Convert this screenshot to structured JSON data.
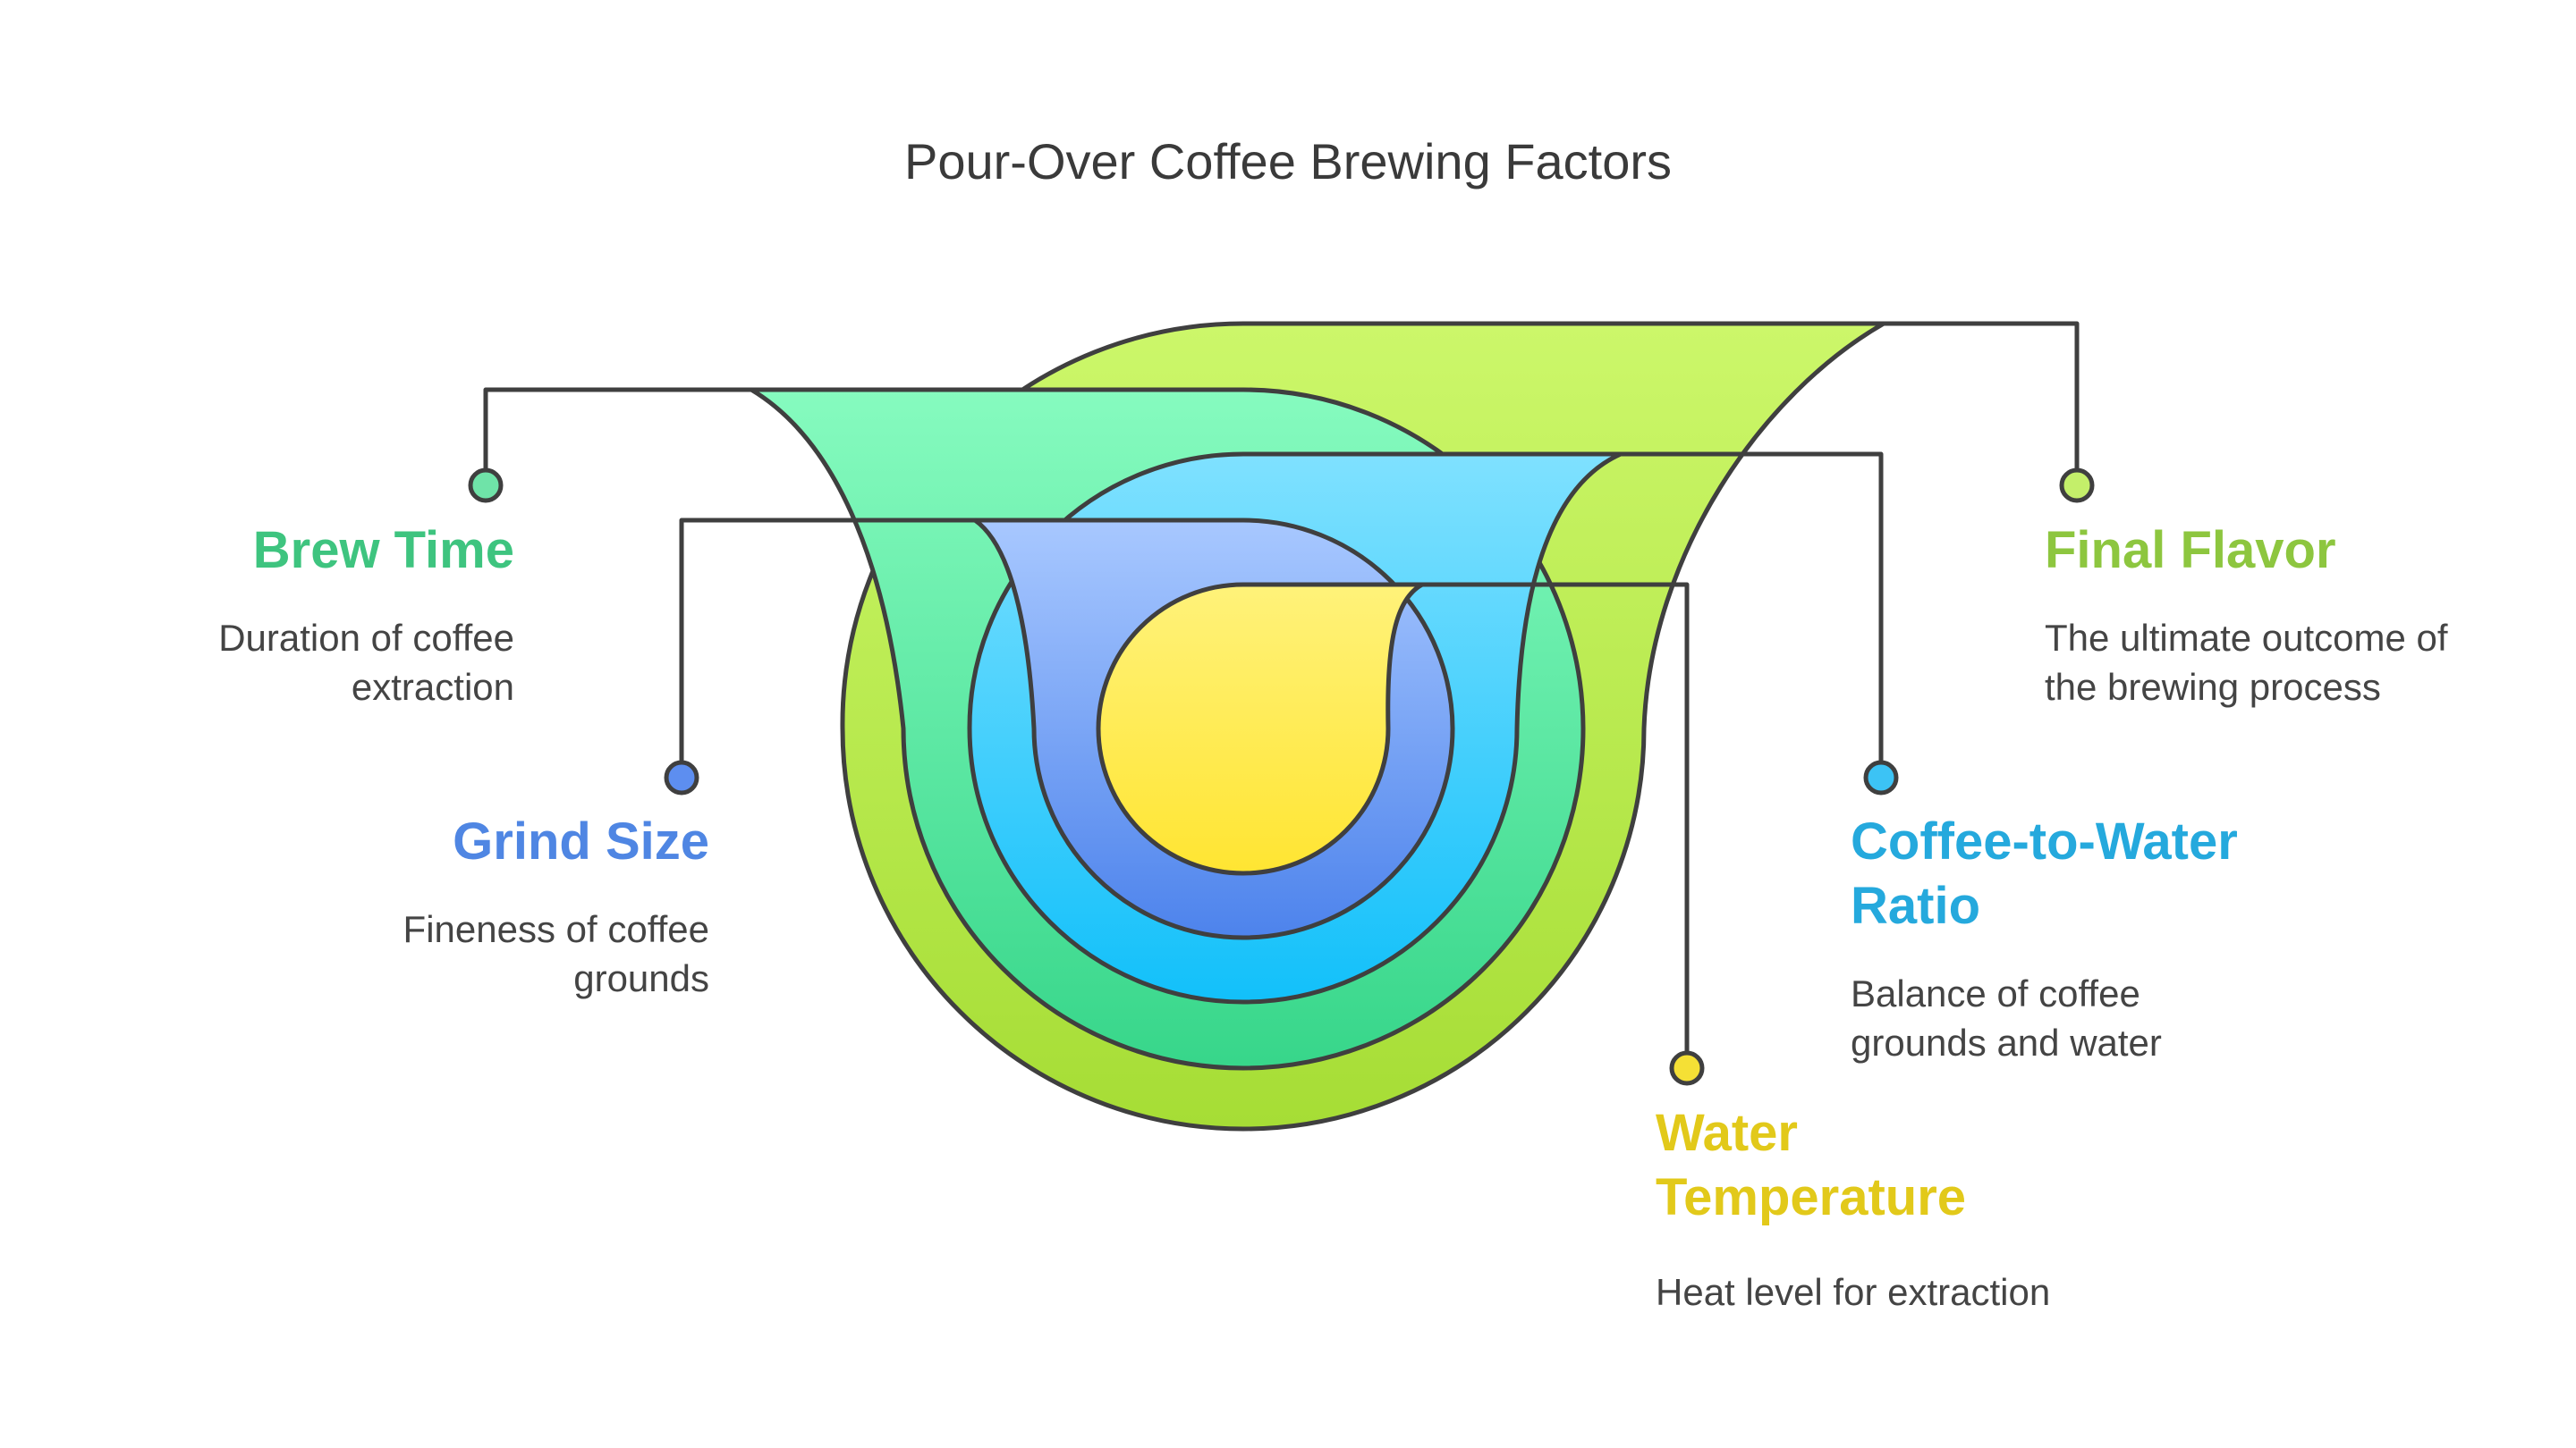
{
  "title": "Pour-Over Coffee Brewing Factors",
  "colors": {
    "stroke": "#3f3f3f",
    "final_flavor": "#8dc63f",
    "brew_time": "#3ec47f",
    "coffee_to_water_ratio": "#25a9dd",
    "grind_size": "#4f86e3",
    "water_temperature": "#e2c91a"
  },
  "factors": {
    "brew_time": {
      "label": "Brew Time",
      "description_1": "Duration of coffee",
      "description_2": "extraction"
    },
    "grind_size": {
      "label": "Grind Size",
      "description_1": "Fineness of coffee",
      "description_2": "grounds"
    },
    "final_flavor": {
      "label": "Final Flavor",
      "description_1": "The ultimate outcome of",
      "description_2": "the brewing process"
    },
    "coffee_to_water_ratio": {
      "label_1": "Coffee-to-Water",
      "label_2": "Ratio",
      "description_1": "Balance of coffee",
      "description_2": "grounds and water"
    },
    "water_temperature": {
      "label_1": "Water",
      "label_2": "Temperature",
      "description_1": "Heat level for extraction"
    }
  }
}
